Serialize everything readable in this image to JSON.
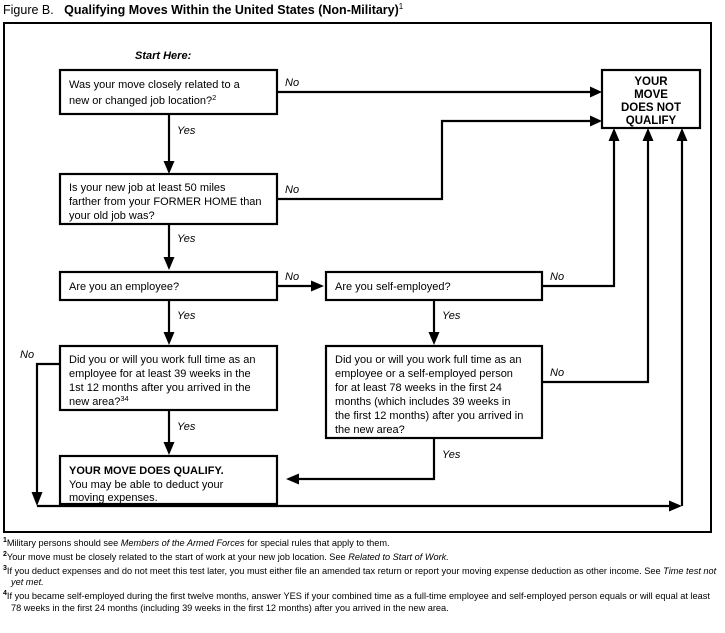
{
  "figure": {
    "label": "Figure B.",
    "name": "Qualifying Moves Within the United States (Non-Military)",
    "title_superscript": "1"
  },
  "flow": {
    "start_label": "Start Here:",
    "nodes": {
      "q1": {
        "lines": [
          "Was your move closely related to a",
          "new or changed job location?"
        ],
        "superscript": "2"
      },
      "q2": {
        "lines": [
          "Is your new job at least 50 miles",
          "farther from your FORMER HOME than",
          "your old job was?"
        ],
        "superscript": ""
      },
      "q3": {
        "lines": [
          "Are you an employee?"
        ],
        "superscript": ""
      },
      "q4": {
        "lines": [
          "Are you self-employed?"
        ],
        "superscript": ""
      },
      "q5": {
        "lines": [
          "Did you or will you work full time as an",
          "employee for at least 39 weeks in the",
          "1st 12 months after you arrived in the",
          "new area?"
        ],
        "superscript": "34"
      },
      "q6": {
        "lines": [
          "Did you or will you work full time as an",
          "employee or a self-employed person",
          "for at least 78 weeks in the first 24",
          "months (which includes 39 weeks in",
          "the first 12 months) after you arrived in",
          "the new area?"
        ],
        "superscript": ""
      },
      "qualify": {
        "heading": "YOUR MOVE DOES QUALIFY.",
        "lines": [
          "You may be able to deduct your",
          "moving expenses."
        ]
      },
      "not_qualify": {
        "lines": [
          "YOUR",
          "MOVE",
          "DOES NOT",
          "QUALIFY"
        ]
      }
    },
    "edges": {
      "q1_no": "No",
      "q1_yes": "Yes",
      "q2_no": "No",
      "q2_yes": "Yes",
      "q3_no": "No",
      "q3_yes": "Yes",
      "q4_no": "No",
      "q4_yes": "Yes",
      "q5_no": "No",
      "q5_yes": "Yes",
      "q6_no": "No",
      "q6_yes": "Yes"
    }
  },
  "footnotes": [
    {
      "marker": "1",
      "parts": [
        {
          "text": "Military persons should see ",
          "italic": false
        },
        {
          "text": "Members of the Armed Forces",
          "italic": true
        },
        {
          "text": " for special rules that apply to them.",
          "italic": false
        }
      ]
    },
    {
      "marker": "2",
      "parts": [
        {
          "text": "Your move must be closely related to the start of work at your new job location. See ",
          "italic": false
        },
        {
          "text": "Related to Start of Work.",
          "italic": true
        }
      ]
    },
    {
      "marker": "3",
      "parts": [
        {
          "text": "If you deduct expenses and do not meet this test later, you must either file an amended tax return or report your moving expense deduction as other income. See ",
          "italic": false
        },
        {
          "text": "Time test not yet met.",
          "italic": true
        }
      ]
    },
    {
      "marker": "4",
      "parts": [
        {
          "text": "If you became self-employed during the first twelve months, answer YES if your combined time as a full-time employee and self-employed person equals or will equal at least 78 weeks in the first 24 months (including 39 weeks in the first 12 months) after you arrived in the new area.",
          "italic": false
        }
      ]
    }
  ],
  "colors": {
    "ink": "#000000",
    "paper": "#ffffff"
  }
}
